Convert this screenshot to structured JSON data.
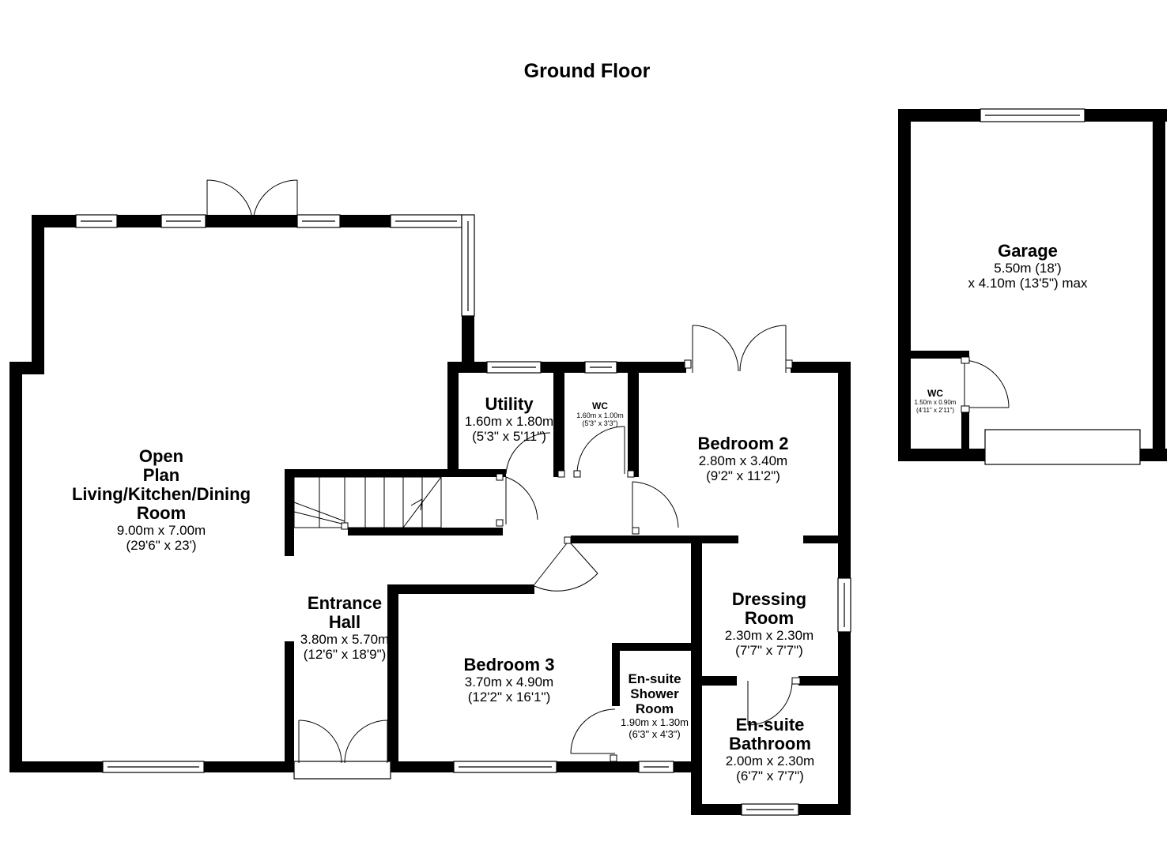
{
  "title": "Ground Floor",
  "rooms": {
    "open_plan": {
      "name": "Open\nPlan\nLiving/Kitchen/Dining\nRoom",
      "dim_m": "9.00m x 7.00m",
      "dim_ft": "(29'6\" x 23')"
    },
    "entrance_hall": {
      "name": "Entrance\nHall",
      "dim_m": "3.80m x 5.70m",
      "dim_ft": "(12'6\" x 18'9\")"
    },
    "utility": {
      "name": "Utility",
      "dim_m": "1.60m x 1.80m",
      "dim_ft": "(5'3\" x 5'11\")"
    },
    "wc": {
      "name": "WC",
      "dim_m": "1.60m x 1.00m",
      "dim_ft": "(5'3\" x 3'3\")"
    },
    "bedroom2": {
      "name": "Bedroom 2",
      "dim_m": "2.80m x 3.40m",
      "dim_ft": "(9'2\" x 11'2\")"
    },
    "dressing": {
      "name": "Dressing\nRoom",
      "dim_m": "2.30m x 2.30m",
      "dim_ft": "(7'7\" x 7'7\")"
    },
    "bedroom3": {
      "name": "Bedroom 3",
      "dim_m": "3.70m x 4.90m",
      "dim_ft": "(12'2\" x 16'1\")"
    },
    "ensuite_shower": {
      "name": "En-suite\nShower\nRoom",
      "dim_m": "1.90m x 1.30m",
      "dim_ft": "(6'3\" x 4'3\")"
    },
    "ensuite_bath": {
      "name": "En-suite\nBathroom",
      "dim_m": "2.00m x 2.30m",
      "dim_ft": "(6'7\" x 7'7\")"
    },
    "garage": {
      "name": "Garage",
      "dim_m": "5.50m (18')",
      "dim_ft": "x 4.10m (13'5\") max"
    },
    "garage_wc": {
      "name": "WC",
      "dim_m": "1.50m x 0.90m",
      "dim_ft": "(4'11\" x 2'11\")"
    }
  },
  "colors": {
    "wall": "#000000",
    "background": "#ffffff",
    "window": "#ffffff"
  }
}
